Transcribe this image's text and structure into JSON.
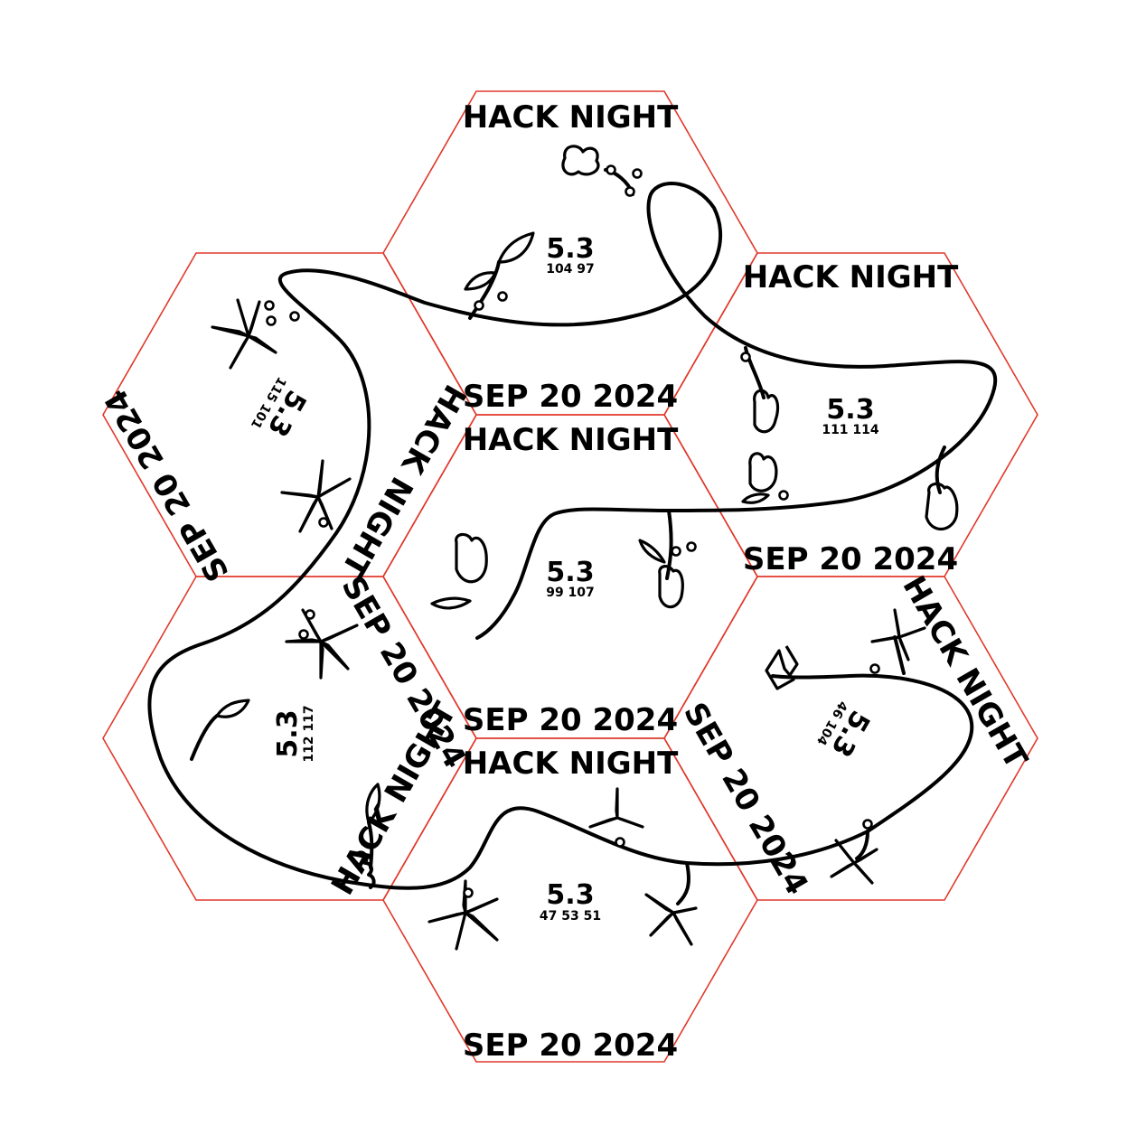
{
  "colors": {
    "outline": "#e0392b",
    "ink": "#000000",
    "background": "#ffffff"
  },
  "tiles": [
    {
      "id": "top",
      "top_text": "HACK NIGHT",
      "bottom_text": "SEP 20 2024",
      "version": "5.3",
      "codes": "104 97"
    },
    {
      "id": "upper-left",
      "top_text": "SEP 20 2024",
      "bottom_text": "HACK NIGHT",
      "version": "5.3",
      "codes": "115 101"
    },
    {
      "id": "center",
      "top_text": "HACK NIGHT",
      "bottom_text": "SEP 20 2024",
      "version": "5.3",
      "codes": "99 107"
    },
    {
      "id": "upper-right",
      "top_text": "HACK NIGHT",
      "bottom_text": "SEP 20 2024",
      "version": "5.3",
      "codes": "111 114"
    },
    {
      "id": "lower-left",
      "top_text": "SEP 20 2024",
      "bottom_text": "HACK NIGHT",
      "version": "5.3",
      "codes": "112 117"
    },
    {
      "id": "lower-right",
      "top_text": "SEP 20 2024",
      "bottom_text": "HACK NIGHT",
      "version": "5.3",
      "codes": "46 104"
    },
    {
      "id": "bottom",
      "top_text": "HACK NIGHT",
      "bottom_text": "SEP 20 2024",
      "version": "5.3",
      "codes": "47 53 51"
    }
  ]
}
